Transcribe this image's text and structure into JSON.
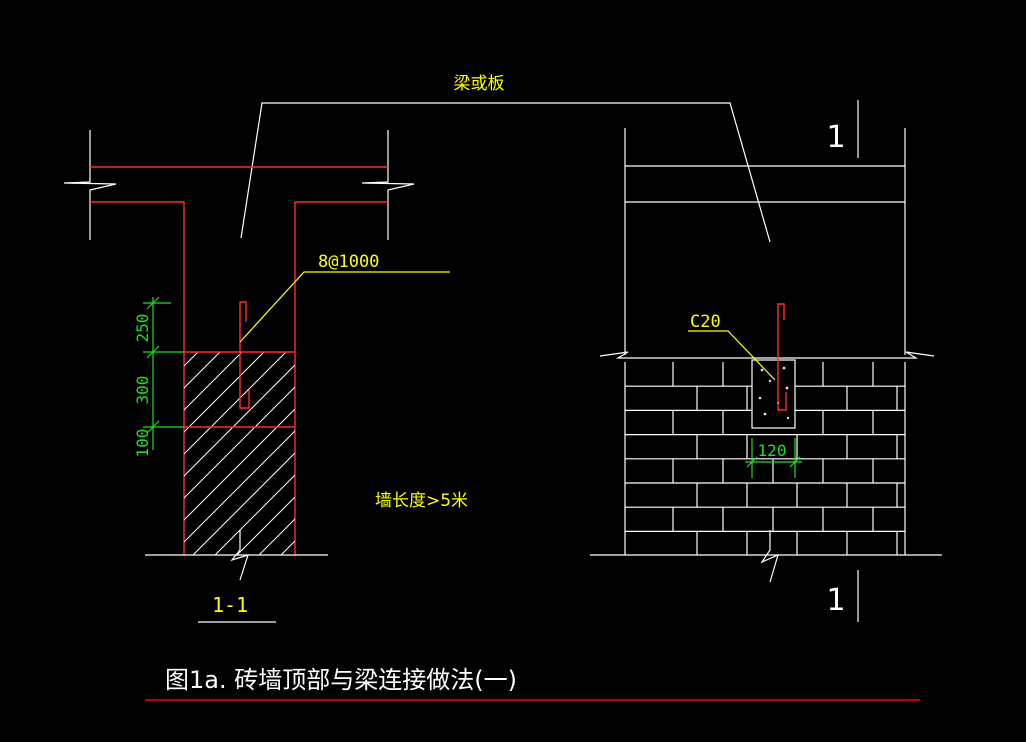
{
  "labels": {
    "beam_or_slab": "梁或板",
    "rebar_spec": "8@1000",
    "wall_length": "墙长度>5米",
    "concrete_grade": "C20",
    "section_mark": "1-1",
    "cut_mark_top": "1",
    "cut_mark_bottom": "1",
    "caption": "图1a. 砖墙顶部与梁连接做法(一)"
  },
  "dimensions": {
    "d250": "250",
    "d300": "300",
    "d100": "100",
    "d120": "120"
  },
  "colors": {
    "background": "#000000",
    "line": "#ffffff",
    "wall": "#ff2a2a",
    "text": "#ffff00",
    "dimension": "#22dd22",
    "caption_rule": "#ff0000"
  }
}
